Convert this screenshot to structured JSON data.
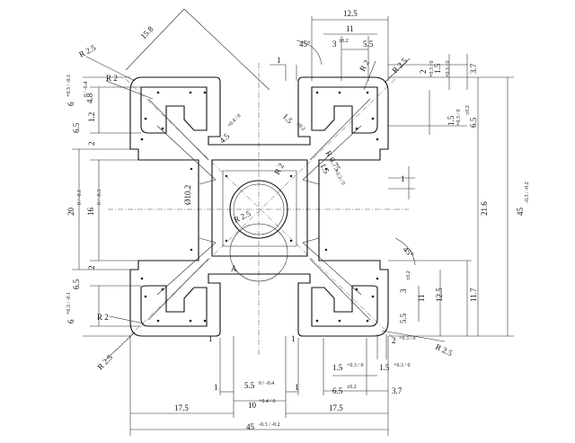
{
  "labels": {
    "d15_8": "15.8",
    "d12_5_top": "12.5",
    "d11_top": "11",
    "d5_5_top": "5.5",
    "d3_top": "3",
    "d3_top_tol": "±0.2",
    "ang45_top": "45°",
    "d1_top": "1",
    "r2_5_tl": "R 2.5",
    "r2_tl": "R 2",
    "r2_tr": "R 2",
    "r2_5_tr": "R 2.5",
    "d2_tr": "2",
    "d2_tr_tol": "+0.3 / 0",
    "d1_5_tr": "1.5",
    "d1_5_tr_tol": "+0.3 / 0",
    "d3_7_tr": "3.7",
    "d6_left": "6",
    "d6_left_tol": "+0.3 / -0.1",
    "d4_8_left": "4.8",
    "d4_8_left_tol": "0 / -0.4",
    "d1_2_left": "1.2",
    "d6_5_left": "6.5",
    "d2_left": "2",
    "d20_left": "20",
    "d20_left_tol": "0 / -0.1",
    "d16_left": "16",
    "d16_left_tol": "0 / -0.3",
    "d2_left_b": "2",
    "d6_5_left_b": "6.5",
    "d6_left_b": "6",
    "d6_left_b_tol": "+0.3 / -0.1",
    "r2_bl": "R 2",
    "r2_5_bl": "R 2.5",
    "d4_5": "4.5",
    "d4_5_tol": "+0.4 / 0",
    "d1_5_mid": "1.5",
    "d1_5_mid_tol": "±0.2",
    "d1_5_r": "1.5",
    "d1_5_r_tol": "+0.3 / 0",
    "d6_5_r": "6.5",
    "d6_5_r_tol": "±0.2",
    "r2_mid": "R 2",
    "r0_75": "R 0.75",
    "d1_5_c": "1.5",
    "d1_5_c_tol": "+0.3 / 0",
    "d1_right": "1",
    "phi10_2": "Ø10.2",
    "r2_5_c": "R 2.5",
    "d21_6": "21.6",
    "d45_right": "45",
    "d45_right_tol": "-0.3 / -0.2",
    "ang45_br": "45°",
    "d3_br": "3",
    "d3_br_tol": "±0.2",
    "d11_br": "11",
    "d12_5_br": "12.5",
    "d11_7": "11.7",
    "d5_5_br": "5.5",
    "label_a": "A",
    "d1_bl": "1",
    "d1_br_small": "1",
    "d2_br": "2",
    "d2_br_tol": "+0.3 / 0",
    "r2_5_br": "R 2.5",
    "d1_5_b1": "1.5",
    "d1_5_b1_tol": "+0.3 / 0",
    "d1_5_b2": "1.5",
    "d1_5_b2_tol": "+0.3 / 0",
    "d1_b_l": "1",
    "d5_5_b": "5.5",
    "d5_5_b_tol": "0 / -0.4",
    "d1_b_r": "1",
    "d6_5_b": "6.5",
    "d6_5_b_tol": "±0.2",
    "d3_7_b": "3.7",
    "d10_b": "10",
    "d10_b_tol": "+0.4 / 0",
    "d17_5_l": "17.5",
    "d17_5_r": "17.5",
    "d45_b": "45",
    "d45_b_tol": "-0.3 / -0.2"
  }
}
